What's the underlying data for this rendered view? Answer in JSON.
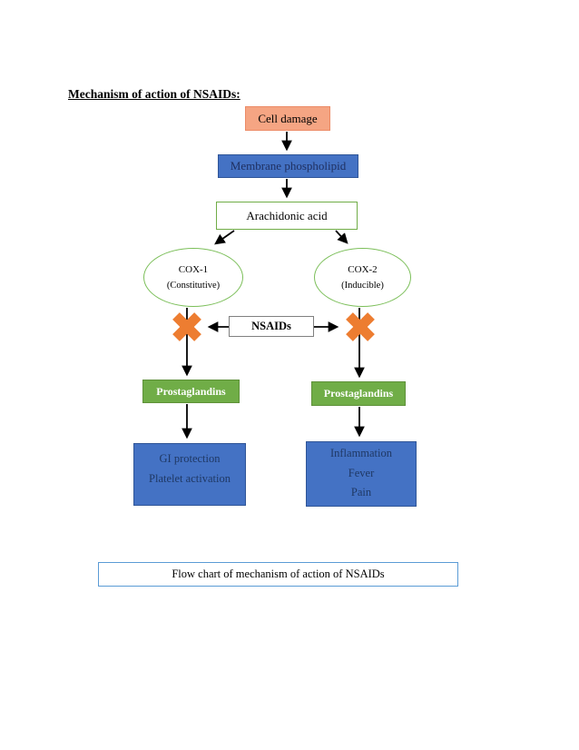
{
  "document": {
    "title": "Mechanism of action of NSAIDs:",
    "caption": "Flow chart of mechanism of action of NSAIDs"
  },
  "flowchart": {
    "cell_damage": {
      "label": "Cell damage"
    },
    "membrane_phospholipid": {
      "label": "Membrane phospholipid"
    },
    "arachidonic_acid": {
      "label": "Arachidonic acid"
    },
    "cox1": {
      "label": "COX-1",
      "sublabel": "(Constitutive)"
    },
    "cox2": {
      "label": "COX-2",
      "sublabel": "(Inducible)"
    },
    "nsaids": {
      "label": "NSAIDs"
    },
    "prostaglandins_left": {
      "label": "Prostaglandins"
    },
    "prostaglandins_right": {
      "label": "Prostaglandins"
    },
    "cox1_effects": {
      "line1": "GI protection",
      "line2": "Platelet activation"
    },
    "cox2_effects": {
      "line1": "Inflammation",
      "line2": "Fever",
      "line3": "Pain"
    }
  },
  "colors": {
    "salmon_fill": "#F5A583",
    "salmon_border": "#EC8B66",
    "blue_fill": "#4472C4",
    "blue_border": "#2F5597",
    "blue_box_text": "#1F3864",
    "green_fill": "#70AD47",
    "green_border": "#5E9139",
    "ellipse_border": "#7CBF5A",
    "orange_x": "#ED7D31",
    "nsaids_border": "#808080",
    "caption_border": "#5B9BD5",
    "arrow": "#000000"
  }
}
